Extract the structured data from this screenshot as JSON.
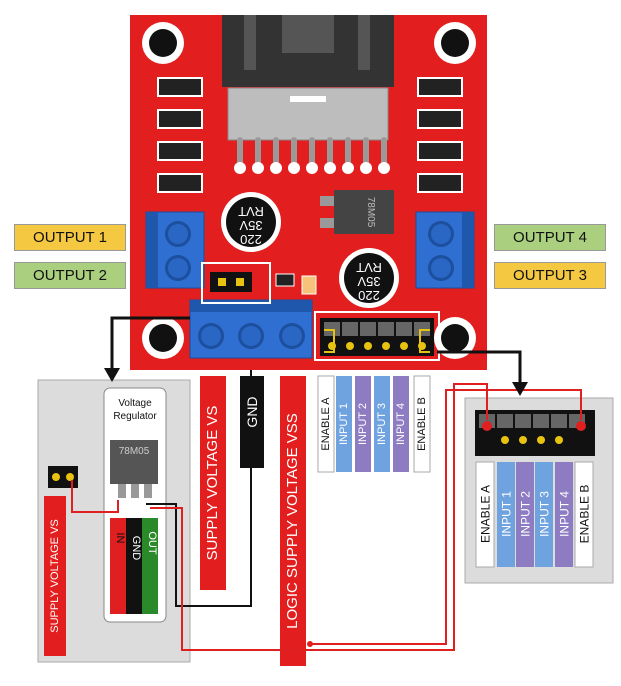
{
  "colors": {
    "board": "#e31e1e",
    "output_yellow": "#f5c842",
    "output_green": "#a9cf7f",
    "terminal_blue": "#2f6fd1",
    "pin_red": "#e02020",
    "pin_yellow": "#e8c210",
    "label_blue": "#6fa3e0",
    "label_purple": "#8e7cc3",
    "label_white": "#ffffff"
  },
  "outputs": {
    "output1": "OUTPUT 1",
    "output2": "OUTPUT 2",
    "output3": "OUTPUT 3",
    "output4": "OUTPUT 4"
  },
  "board": {
    "cap_left": "220\n35V\nRVT",
    "cap_right": "220\n35V\nRVT",
    "regulator_chip": "78M05"
  },
  "vertical_labels": {
    "supply_vs": "SUPPLY VOLTAGE VS",
    "gnd": "GND",
    "logic_vss": "LOGIC SUPPLY VOLTAGE VSS",
    "inputs_top": [
      "ENABLE A",
      "INPUT 1",
      "INPUT 2",
      "INPUT 3",
      "INPUT 4",
      "ENABLE B"
    ],
    "inputs_detail": [
      "ENABLE A",
      "INPUT 1",
      "INPUT 2",
      "INPUT 3",
      "INPUT 4",
      "ENABLE B"
    ],
    "left_supply": "SUPPLY VOLTAGE VS"
  },
  "regulator_box": {
    "title_line1": "Voltage",
    "title_line2": "Regulator",
    "chip": "78M05",
    "pin_in": "IN",
    "pin_gnd": "GND",
    "pin_out": "OUT"
  }
}
